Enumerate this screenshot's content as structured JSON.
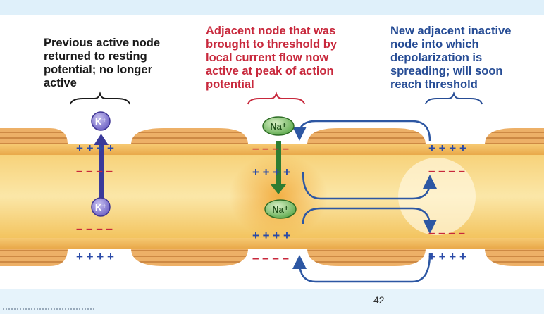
{
  "labels": {
    "previous_node": "Previous active node\nreturned to resting\npotential; no longer\nactive",
    "adjacent_node": "Adjacent node that was\nbrought to threshold by\nlocal current flow now\nactive at peak of action\npotential",
    "new_node": "New adjacent inactive\nnode into which\ndepolarization is\nspreading; will soon\nreach threshold"
  },
  "ions": {
    "k_top": "K⁺",
    "k_bottom": "K⁺",
    "na_top": "Na⁺",
    "na_bottom": "Na⁺"
  },
  "charges": {
    "left_outer_top": "+ + + +",
    "left_inner_top": "– – – –",
    "left_inner_bottom": "– – – –",
    "left_outer_bottom": "+ + + +",
    "mid_outer_top": "– – – –",
    "mid_inner_top": "+ + + +",
    "mid_inner_bottom": "+ + + +",
    "mid_outer_bottom": "– – – –",
    "right_outer_top": "+ + + +",
    "right_inner_top": "– – – –",
    "right_inner_bottom": "– – – –",
    "right_outer_bottom": "+ + + +"
  },
  "page_number": "42",
  "colors": {
    "previous_text": "#1a1a1a",
    "adjacent_text": "#c8283c",
    "new_text": "#264c95",
    "plus": "#2a4aa8",
    "minus": "#c8283c",
    "k_arrow": "#3a3a9a",
    "na_arrow": "#2e7d32",
    "current_arrow": "#2d57a3",
    "axon": "#f2c14e",
    "myelin": "#e8a35a"
  },
  "icons": [
    "k-ion-icon",
    "na-ion-icon",
    "k-efflux-arrow-icon",
    "na-influx-arrow-icon",
    "local-current-arrow-icon",
    "bracket-icon"
  ]
}
